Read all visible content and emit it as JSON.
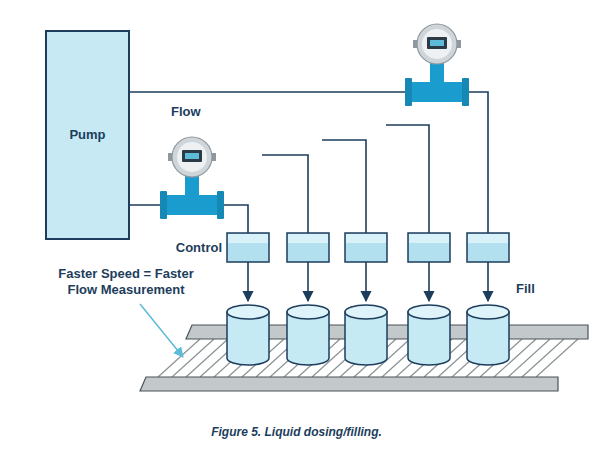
{
  "diagram": {
    "caption": "Figure 5. Liquid dosing/filling.",
    "nodes": [
      {
        "text": [
          "Pump"
        ]
      }
    ],
    "labels": [
      "Flow",
      "Control",
      "Faster Speed = Faster Flow Measurement",
      "Fill"
    ]
  }
}
